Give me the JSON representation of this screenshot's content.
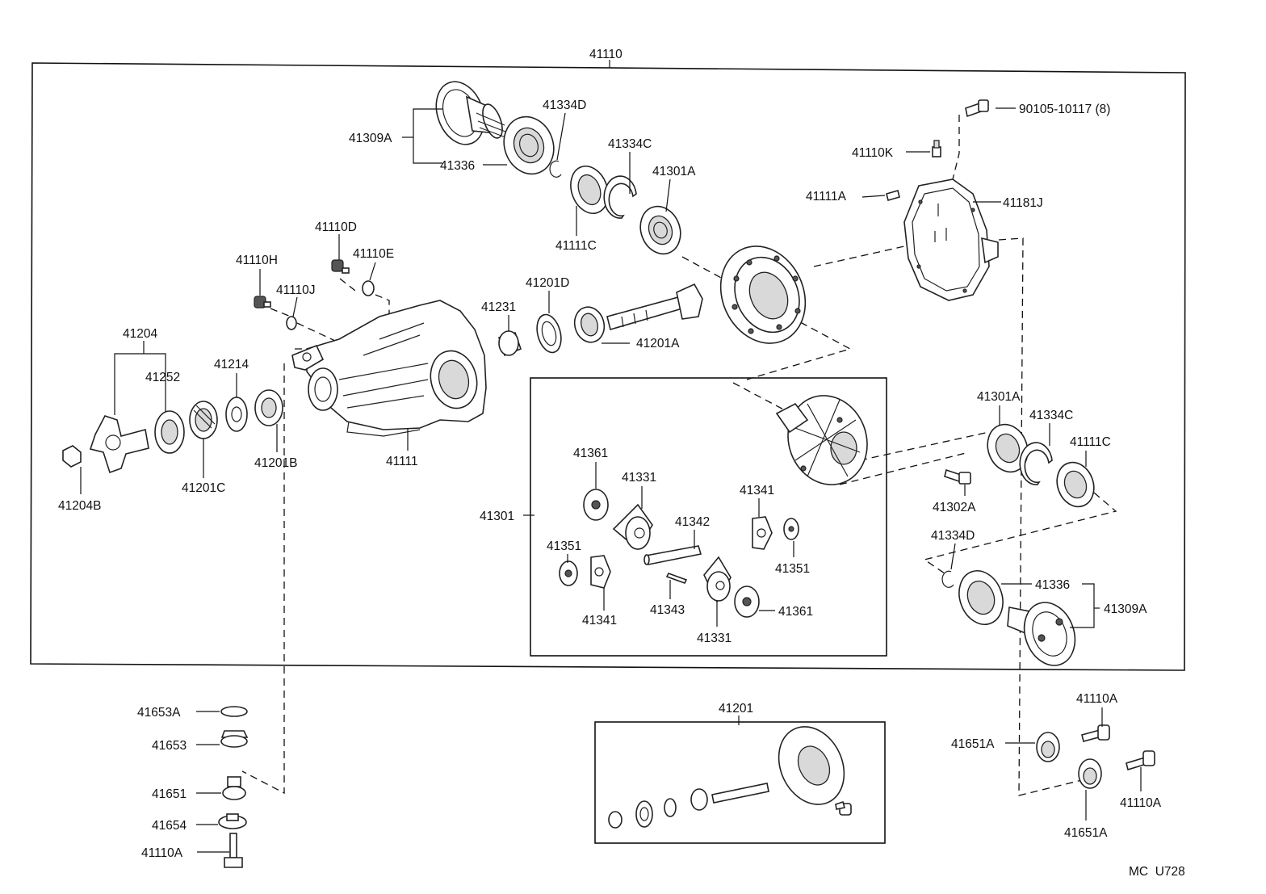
{
  "diagram": {
    "code": "MC  U728",
    "labels": {
      "l41110": "41110",
      "l41309A_top": "41309A",
      "l41336_top": "41336",
      "l41334D_top": "41334D",
      "l41334C_top": "41334C",
      "l41301A_top": "41301A",
      "l41111C_top": "41111C",
      "l90105": "90105-10117 (8)",
      "l41110K": "41110K",
      "l41111A": "41111A",
      "l41181J": "41181J",
      "l41110D": "41110D",
      "l41110H": "41110H",
      "l41110E": "41110E",
      "l41110J": "41110J",
      "l41201D": "41201D",
      "l41231": "41231",
      "l41201A": "41201A",
      "l41204": "41204",
      "l41252": "41252",
      "l41214": "41214",
      "l41201B": "41201B",
      "l41201C": "41201C",
      "l41111": "41111",
      "l41204B": "41204B",
      "l41301": "41301",
      "l41361_a": "41361",
      "l41331_a": "41331",
      "l41342": "41342",
      "l41341_a": "41341",
      "l41351_a": "41351",
      "l41351_b": "41351",
      "l41341_b": "41341",
      "l41343": "41343",
      "l41361_b": "41361",
      "l41331_b": "41331",
      "l41301A_r": "41301A",
      "l41334C_r": "41334C",
      "l41111C_r": "41111C",
      "l41302A": "41302A",
      "l41334D_r": "41334D",
      "l41336_r": "41336",
      "l41309A_r": "41309A",
      "l41653A": "41653A",
      "l41653": "41653",
      "l41651": "41651",
      "l41654": "41654",
      "l41110A_b": "41110A",
      "l41201": "41201",
      "l41110A_r1": "41110A",
      "l41651A_1": "41651A",
      "l41110A_r2": "41110A",
      "l41651A_2": "41651A"
    }
  }
}
